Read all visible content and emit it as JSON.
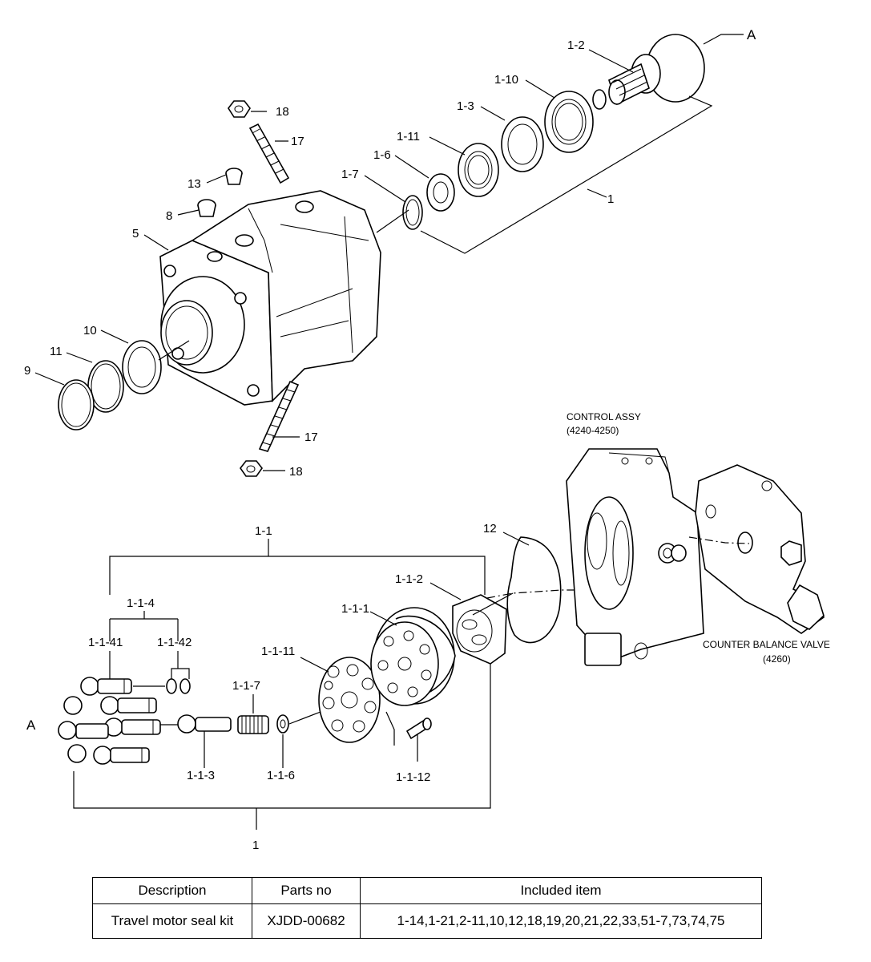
{
  "labels": {
    "A_top": "A",
    "p1_2": "1-2",
    "p1_10": "1-10",
    "p1_3": "1-3",
    "p1_11": "1-11",
    "p1_6": "1-6",
    "p1_7": "1-7",
    "p1_top": "1",
    "p18_top": "18",
    "p17_top": "17",
    "p13": "13",
    "p8": "8",
    "p5": "5",
    "p10": "10",
    "p11": "11",
    "p9": "9",
    "p17_bot": "17",
    "p18_bot": "18",
    "p1_1": "1-1",
    "p1_1_4": "1-1-4",
    "p1_1_41": "1-1-41",
    "p1_1_42": "1-1-42",
    "p1_1_11": "1-1-11",
    "p1_1_7": "1-1-7",
    "p1_1_1": "1-1-1",
    "p1_1_2": "1-1-2",
    "p12": "12",
    "A_bot": "A",
    "p1_1_3": "1-1-3",
    "p1_1_6": "1-1-6",
    "p1_1_12": "1-1-12",
    "p1_bot": "1"
  },
  "captions": {
    "control_assy": "CONTROL ASSY",
    "control_assy_range": "(4240-4250)",
    "counter_balance": "COUNTER BALANCE VALVE",
    "counter_balance_code": "(4260)"
  },
  "table": {
    "headers": [
      "Description",
      "Parts no",
      "Included item"
    ],
    "row": {
      "description": "Travel motor seal kit",
      "parts_no": "XJDD-00682",
      "included": "1-14,1-21,2-11,10,12,18,19,20,21,22,33,51-7,73,74,75"
    }
  }
}
